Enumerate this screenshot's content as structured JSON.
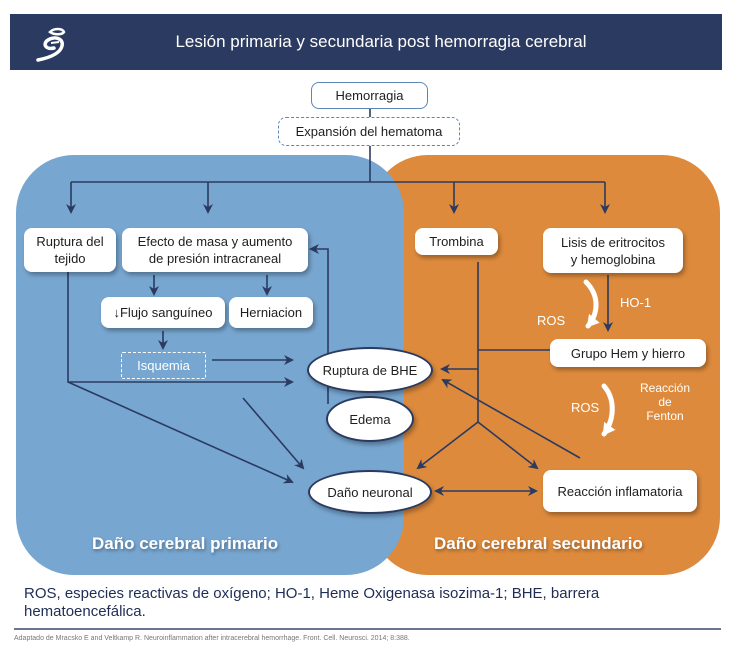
{
  "header": {
    "title": "Lesión primaria y secundaria post hemorragia cerebral",
    "logo_icon": "serpent-logo-icon"
  },
  "colors": {
    "header_bg": "#2b3a60",
    "primary_panel": "#77a6d0",
    "secondary_panel": "#dd8a3c",
    "arrow": "#2b3a60",
    "text_dark": "#1f2d55"
  },
  "top": {
    "hemorragia": "Hemorragia",
    "expansion": "Expansión del hematoma"
  },
  "primary": {
    "label": "Daño cerebral primario",
    "ruptura_tejido": [
      "Ruptura del",
      "tejido"
    ],
    "efecto_masa": [
      "Efecto de masa y aumento",
      "de presión intracraneal"
    ],
    "flujo_arrow": "↓",
    "flujo": "Flujo sanguíneo",
    "herniacion": "Herniacion",
    "isquemia": "Isquemia"
  },
  "center": {
    "ruptura_bhe": "Ruptura de BHE",
    "edema": "Edema",
    "dano_neuronal": "Daño neuronal"
  },
  "secondary": {
    "label": "Daño cerebral secundario",
    "trombina": "Trombina",
    "lisis": [
      "Lisis de eritrocitos",
      "y hemoglobina"
    ],
    "ho1": "HO-1",
    "ros1": "ROS",
    "grupo_hem": "Grupo Hem y hierro",
    "ros2": "ROS",
    "fenton": [
      "Reacción",
      "de",
      "Fenton"
    ],
    "reaccion_inflamatoria": "Reacción inflamatoria"
  },
  "footnote": "ROS, especies reactivas de oxígeno; HO-1, Heme Oxigenasa isozima-1; BHE, barrera hematoencefálica.",
  "citation": "Adaptado de Mracsko E and Veltkamp R. Neuroinflammation after intracerebral hemorrhage. Front. Cell. Neurosci. 2014; 8:388."
}
